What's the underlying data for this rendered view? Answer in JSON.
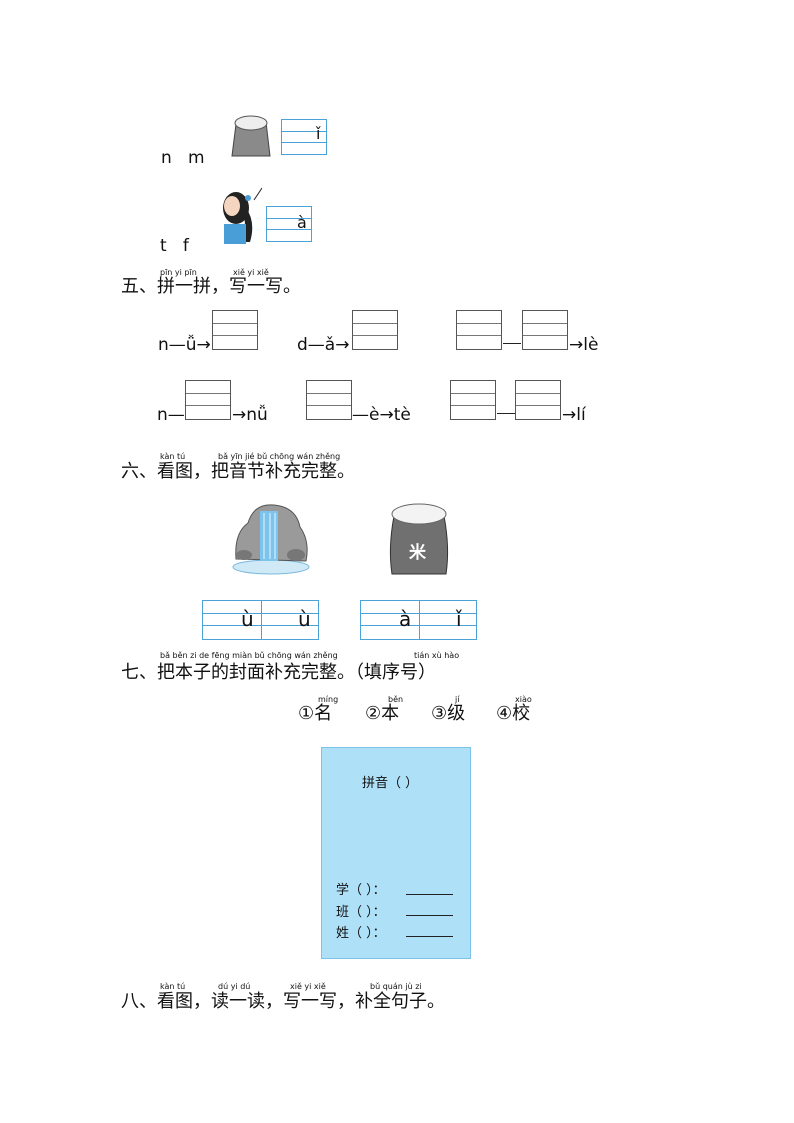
{
  "top": {
    "row1": {
      "initials": "n   m",
      "final": "ǐ"
    },
    "row2": {
      "initials": "t   f",
      "final": "à"
    }
  },
  "q5": {
    "title": "五、拼一拼，写一写。",
    "ruby": [
      "pīn yi pīn",
      "xiě yi xiě"
    ],
    "row1": {
      "item1": "n—ǚ→",
      "item2": "d—ǎ→",
      "item3": "→lè"
    },
    "row2": {
      "item1": "n—",
      "item1_end": "→nǚ",
      "item2": "—è→tè",
      "item3": "→lí"
    }
  },
  "q6": {
    "title": "六、看图，把音节补充完整。",
    "ruby": [
      "kàn tú",
      "bǎ yīn jié bǔ chōng wán zhěng"
    ],
    "grid1": [
      "ù",
      "ù"
    ],
    "grid2": [
      "à",
      "ǐ"
    ],
    "bag_label": "米"
  },
  "q7": {
    "title": "七、把本子的封面补充完整。（填序号）",
    "ruby": [
      "bǎ běn zi de fēng miàn bǔ chōng wán zhěng",
      "tián xù hào"
    ],
    "options": [
      {
        "label": "①名",
        "py": "míng"
      },
      {
        "label": "②本",
        "py": "běn"
      },
      {
        "label": "③级",
        "py": "jí"
      },
      {
        "label": "④校",
        "py": "xiào"
      }
    ],
    "cover": {
      "title": "拼音（    ）",
      "fields": [
        "学（    ）：",
        "班（    ）：",
        "姓（    ）："
      ]
    }
  },
  "q8": {
    "title": "八、看图，读一读，写一写，补全句子。",
    "ruby": [
      "kàn tú",
      "dú yi dú",
      "xiě yi xiě",
      "bǔ quán jù zi"
    ]
  }
}
